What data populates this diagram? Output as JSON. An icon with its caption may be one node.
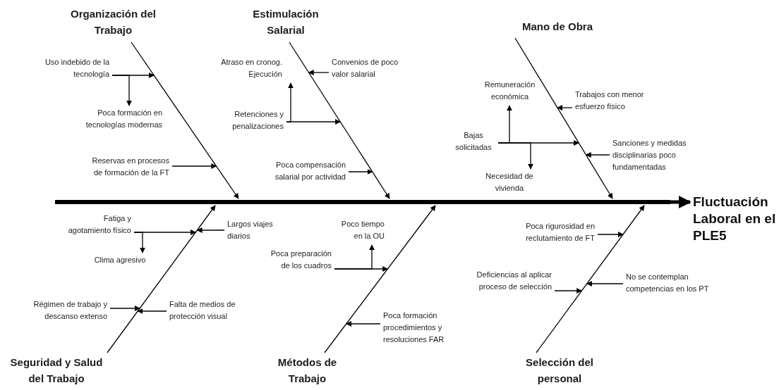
{
  "diagram": {
    "nodes": [
      {
        "text": [
          "Organización del Trabajo"
        ]
      },
      {
        "text": [
          "Estimulación Salarial"
        ]
      },
      {
        "text": [
          "Mano de Obra"
        ]
      },
      {
        "text": [],
        "shape": "bar"
      },
      {
        "text": [
          "Fluctuación Laboral en el PLE5"
        ]
      },
      {
        "text": [
          "Seguridad y Salud del Trabajo"
        ]
      },
      {
        "text": [
          "Métodos de Trabajo"
        ]
      },
      {
        "text": [
          "Selección del personal"
        ]
      },
      {
        "text": [
          "Uso indebido de la tecnología"
        ]
      },
      {
        "text": [
          "Poca formación en tecnologías modernas"
        ]
      },
      {
        "text": [
          "Reservas en procesos de formación de la FT"
        ]
      },
      {
        "text": [
          "Atraso en cronog. Ejecución"
        ]
      },
      {
        "text": [
          "Convenios de poco valor salarial"
        ]
      },
      {
        "text": [
          "Retenciones y penalizaciones"
        ]
      },
      {
        "text": [
          "Poca compensación salarial por actividad"
        ]
      },
      {
        "text": [
          "Remuneración económica"
        ]
      },
      {
        "text": [
          "Trabajos con menor esfuerzo físico"
        ]
      },
      {
        "text": [
          "Bajas solicitadas"
        ]
      },
      {
        "text": [
          "Sanciones y medidas disciplinarias poco fundamentadas"
        ]
      },
      {
        "text": [
          "Necesidad de vivienda"
        ]
      },
      {
        "text": [
          "Fatiga y agotamiento físico"
        ]
      },
      {
        "text": [
          "Largos viajes diarios"
        ]
      },
      {
        "text": [
          "Clima agresivo"
        ]
      },
      {
        "text": [
          "Poco tiempo en la OU"
        ]
      },
      {
        "text": [
          "Poca rigurosidad en reclutamiento de FT"
        ]
      },
      {
        "text": [
          "Poca preparación de los cuadros"
        ]
      },
      {
        "text": [
          "Deficiencias al aplicar proceso de selección"
        ]
      },
      {
        "text": [
          "No se contemplan competencias en los PT"
        ]
      },
      {
        "text": [
          "Régimen de trabajo y descanso extenso"
        ]
      },
      {
        "text": [
          "Falta de medios de protección visual"
        ]
      },
      {
        "text": [
          "Poca formación procedimientos y resoluciones FAR"
        ]
      }
    ],
    "edges": [
      {
        "from": 0,
        "to": 3,
        "arrow": "to"
      },
      {
        "from": 1,
        "to": 3,
        "arrow": "to"
      },
      {
        "from": 2,
        "to": 3,
        "arrow": "to"
      },
      {
        "from": 5,
        "to": 3,
        "arrow": "to"
      },
      {
        "from": 6,
        "to": 3,
        "arrow": "to"
      },
      {
        "from": 7,
        "to": 3,
        "arrow": "to"
      },
      {
        "from": 3,
        "to": 4,
        "arrow": "to",
        "style": "thick"
      },
      {
        "from": 8,
        "to": null,
        "arrow": "to"
      },
      {
        "from": 8,
        "to": 9,
        "arrow": "to"
      },
      {
        "from": 10,
        "to": null,
        "arrow": "to"
      },
      {
        "from": 12,
        "to": null,
        "arrow": "to"
      },
      {
        "from": 13,
        "to": null,
        "arrow": "to"
      },
      {
        "from": 13,
        "to": 11,
        "arrow": "to"
      },
      {
        "from": 14,
        "to": null,
        "arrow": "to"
      },
      {
        "from": 16,
        "to": null,
        "arrow": "to"
      },
      {
        "from": 17,
        "to": null,
        "arrow": "to"
      },
      {
        "from": 17,
        "to": 15,
        "arrow": "to"
      },
      {
        "from": 17,
        "to": 19,
        "arrow": "to"
      },
      {
        "from": 18,
        "to": null,
        "arrow": "to"
      },
      {
        "from": 20,
        "to": null,
        "arrow": "to"
      },
      {
        "from": 20,
        "to": 22,
        "arrow": "to"
      },
      {
        "from": 21,
        "to": null,
        "arrow": "to"
      },
      {
        "from": 25,
        "to": null,
        "arrow": "to"
      },
      {
        "from": 25,
        "to": 23,
        "arrow": "to"
      },
      {
        "from": 24,
        "to": null,
        "arrow": "to"
      },
      {
        "from": 26,
        "to": null,
        "arrow": "to"
      },
      {
        "from": 27,
        "to": null,
        "arrow": "to"
      },
      {
        "from": 28,
        "to": null,
        "arrow": "to"
      },
      {
        "from": 29,
        "to": null,
        "arrow": "to"
      },
      {
        "from": 30,
        "to": null,
        "arrow": "to"
      }
    ]
  }
}
